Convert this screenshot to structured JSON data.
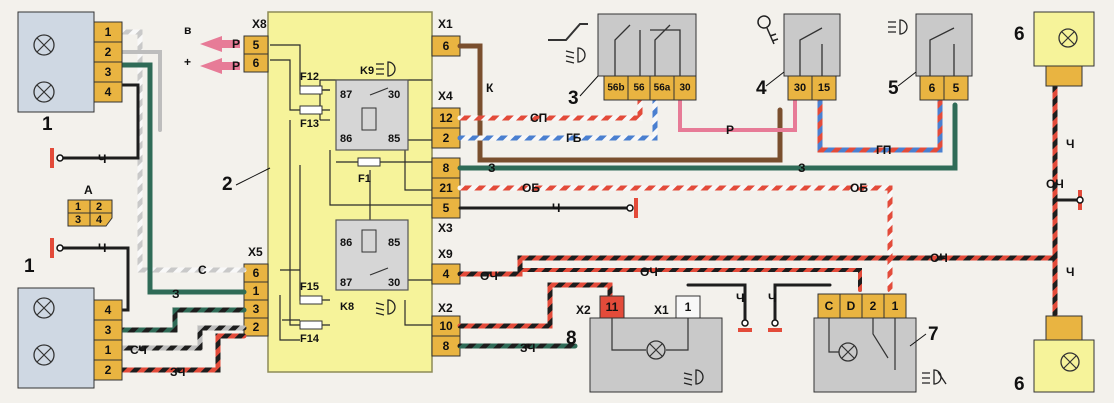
{
  "colors": {
    "module": "#f6f39a",
    "module_stroke": "#8d8b57",
    "device": "#cfd8e3",
    "terminal": "#e9b441",
    "gray": "#c9c9c9",
    "black": "#1d1d1d",
    "red": "#e34b3a",
    "green": "#2f6b57",
    "blue": "#4a7fd0",
    "pink": "#e77b97",
    "brown": "#7a4f2e",
    "orange_black": "#e7602d"
  },
  "labels": {
    "item_1_top": "1",
    "item_1_bottom": "1",
    "item_2": "2",
    "item_3": "3",
    "item_4": "4",
    "item_5": "5",
    "item_6_top": "6",
    "item_6_bottom": "6",
    "item_7": "7",
    "item_8": "8",
    "connector_a": "А"
  },
  "connector_a_pins": [
    "1",
    "2",
    "3",
    "4"
  ],
  "headlamp_top_pins": [
    "1",
    "2",
    "3",
    "4"
  ],
  "headlamp_bottom_pins": [
    "4",
    "3",
    "1",
    "2"
  ],
  "module": {
    "x8": "X8",
    "x8_pins": [
      "5",
      "6"
    ],
    "x1": "X1",
    "x1_pins": [
      "6"
    ],
    "x4": "X4",
    "x4_pins": [
      "12",
      "2"
    ],
    "x3": "X3",
    "x3_pins": [
      "8",
      "21",
      "5"
    ],
    "x9": "X9",
    "x9_pins": [
      "4"
    ],
    "x2": "X2",
    "x2_pins": [
      "10",
      "8"
    ],
    "x5": "X5",
    "x5_pins": [
      "6",
      "1",
      "3",
      "2"
    ],
    "fuses": [
      "F12",
      "F13",
      "F1",
      "F15",
      "F14"
    ],
    "relays": [
      "K9",
      "K8"
    ],
    "relay_pins_k9": [
      "87",
      "30",
      "86",
      "85"
    ],
    "relay_pins_k8": [
      "86",
      "85",
      "87",
      "30"
    ]
  },
  "signals": {
    "b": "в",
    "plus": "+",
    "p1": "P",
    "p2": "P"
  },
  "switch3_pins": [
    "56b",
    "56",
    "56a",
    "30"
  ],
  "switch4_pins": [
    "30",
    "15"
  ],
  "switch5_pins": [
    "6",
    "5"
  ],
  "lamp8": {
    "connector_x2": "X2",
    "pin_x2": "11",
    "connector_x1": "X1",
    "pin_x1": "1"
  },
  "switch7_pins": [
    "C",
    "D",
    "2",
    "1"
  ],
  "wires": {
    "ch": "Ч",
    "sch": "СЧ",
    "zch": "ЗЧ",
    "s": "С",
    "z": "З",
    "k": "К",
    "sp": "СП",
    "gb": "ГБ",
    "r": "Р",
    "gp": "ГП",
    "ob": "ОБ",
    "och": "ОЧ"
  }
}
